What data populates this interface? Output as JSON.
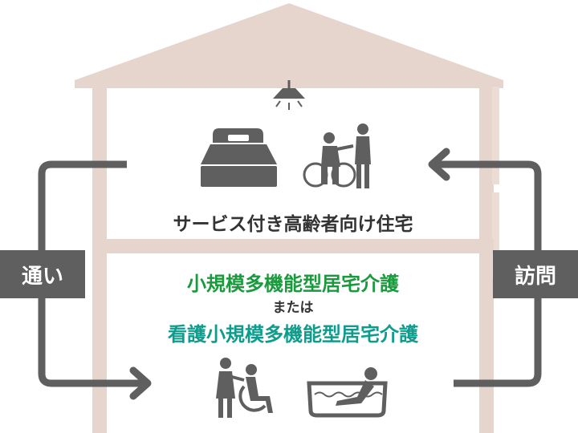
{
  "upper_floor": {
    "label": "サービス付き高齢者向け住宅"
  },
  "lower_floor": {
    "label_line1": "小規模多機能型居宅介護",
    "label_line2": "または",
    "label_line3": "看護小規模多機能型居宅介護"
  },
  "left_flow": {
    "label": "通い"
  },
  "right_flow": {
    "label": "訪問"
  },
  "colors": {
    "house_frame": "#e6d5cc",
    "arrow": "#5f5f5f",
    "icon": "#5f5f5f",
    "text_dark": "#333333",
    "text_green": "#1a9a3c",
    "text_teal": "#0e9c8c"
  }
}
